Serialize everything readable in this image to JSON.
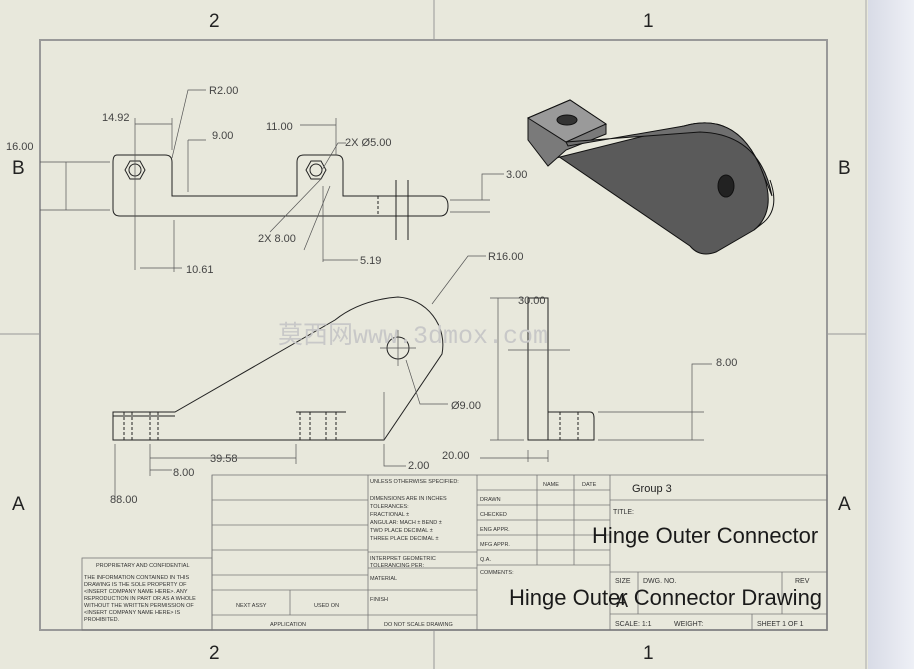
{
  "zones": {
    "top_left": "2",
    "top_right": "1",
    "bottom_left": "2",
    "bottom_right": "1",
    "left_upper": "B",
    "left_lower": "A",
    "right_upper": "B",
    "right_lower": "A"
  },
  "dimensions": {
    "r200": "R2.00",
    "d1492": "14.92",
    "d900": "9.00",
    "d1600": "16.00",
    "d1100": "11.00",
    "hole2x": "2X Ø5.00",
    "d300": "3.00",
    "d2x800": "2X 8.00",
    "d1061": "10.61",
    "d519": "5.19",
    "r1600": "R16.00",
    "d3000": "30.00",
    "d800r": "8.00",
    "d900hole": "Ø9.00",
    "d800b": "8.00",
    "d3958": "39.58",
    "d200": "2.00",
    "d2000": "20.00",
    "d8800": "88.00"
  },
  "watermark": "莫西网www.3dmox.com",
  "title_block": {
    "unless": "UNLESS OTHERWISE SPECIFIED:",
    "tolerances": [
      "DIMENSIONS ARE IN INCHES",
      "TOLERANCES:",
      "FRACTIONAL ±",
      "ANGULAR: MACH ±   BEND ±",
      "TWO PLACE DECIMAL   ±",
      "THREE PLACE DECIMAL  ±"
    ],
    "interpret": [
      "INTERPRET GEOMETRIC",
      "TOLERANCING PER:"
    ],
    "material": "MATERIAL",
    "finish": "FINISH",
    "next_assy": "NEXT ASSY",
    "used_on": "USED ON",
    "application": "APPLICATION",
    "do_not_scale": "DO NOT SCALE DRAWING",
    "name_col": "NAME",
    "date_col": "DATE",
    "rows": [
      "DRAWN",
      "CHECKED",
      "ENG APPR.",
      "MFG APPR.",
      "Q.A.",
      "COMMENTS:"
    ],
    "company": "Group 3",
    "title_label": "TITLE:",
    "title": "Hinge Outer Connector",
    "subtitle": "Hinge Outer Connector Drawing",
    "size_label": "SIZE",
    "size_value": "A",
    "dwg_label": "DWG.  NO.",
    "rev_label": "REV",
    "scale": "SCALE: 1:1",
    "weight": "WEIGHT:",
    "sheet": "SHEET 1 OF 1"
  },
  "proprietary": {
    "heading": "PROPRIETARY AND CONFIDENTIAL",
    "lines": [
      "THE INFORMATION CONTAINED IN THIS",
      "DRAWING IS THE SOLE PROPERTY OF",
      "<INSERT COMPANY NAME HERE>.  ANY",
      "REPRODUCTION IN PART OR AS A WHOLE",
      "WITHOUT THE WRITTEN PERMISSION OF",
      "<INSERT COMPANY NAME HERE> IS",
      "PROHIBITED."
    ]
  }
}
